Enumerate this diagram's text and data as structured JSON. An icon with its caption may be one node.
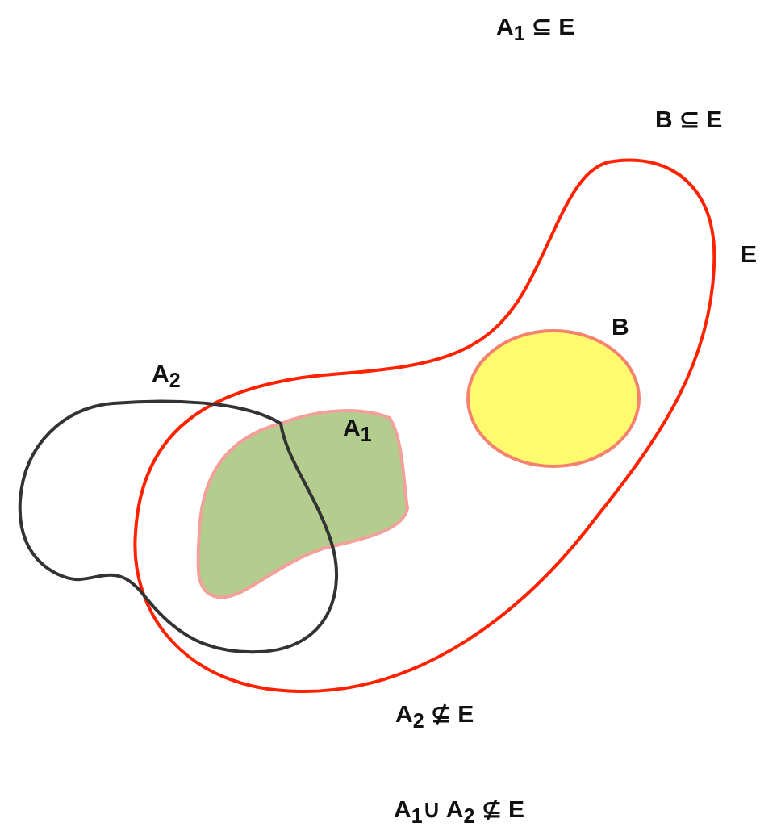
{
  "diagram": {
    "nodes": [
      {
        "text": [
          "E"
        ]
      },
      {
        "text": [
          "B"
        ],
        "in": 0
      },
      {
        "text": [
          "A$_{2}$"
        ]
      },
      {
        "text": [
          "A$_{1}$"
        ],
        "in": 0
      }
    ],
    "edges": [],
    "labels": [
      "A$_{1}$ ⊆ E",
      "B ⊆ E",
      "A$_{2}$ ⊈ E",
      "A$_{1}$∪ A$_{2}$ ⊈ E"
    ]
  }
}
